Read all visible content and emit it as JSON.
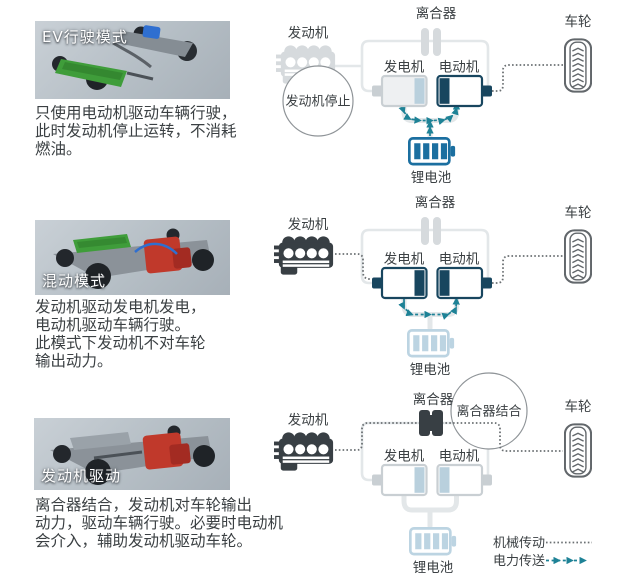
{
  "colors": {
    "navy": "#18465f",
    "blue": "#1b6fa0",
    "light_blue": "#b9d0dd",
    "battery_fade": "#bcd4e2",
    "icon_gray": "#d6dadd",
    "border_gray": "#c9cfd3",
    "frame_gray": "#e3e7e9",
    "charcoal": "#383f44",
    "teal": "#1e8296",
    "dot_gray": "#6b7073",
    "text": "#3b4043",
    "photo_green": "#3f9d3a",
    "photo_red": "#c0392b",
    "photo_blue": "#2f6fd0"
  },
  "icons": {
    "engine": "engine-icon",
    "clutch": "clutch-icon",
    "generator": "generator-icon",
    "motor": "motor-icon",
    "wheel": "wheel-icon",
    "battery": "battery-icon"
  },
  "legend": {
    "mechanical": "机械传动",
    "electrical": "电力传送"
  },
  "sections": [
    {
      "mode_label": "EV行驶模式",
      "caption_lines": [
        "只使用电动机驱动车辆行驶，",
        "此时发动机停止运转，不消耗",
        "燃油。"
      ],
      "diagram": {
        "clutch": "离合器",
        "engine": "发动机",
        "generator": "发电机",
        "motor": "电动机",
        "wheel": "车轮",
        "battery": "锂电池",
        "annotation": "发动机停止"
      }
    },
    {
      "mode_label": "混动模式",
      "caption_lines": [
        "发动机驱动发电机发电，",
        "电动机驱动车辆行驶。",
        "此模式下发动机不对车轮",
        "输出动力。"
      ],
      "diagram": {
        "clutch": "离合器",
        "engine": "发动机",
        "generator": "发电机",
        "motor": "电动机",
        "wheel": "车轮",
        "battery": "锂电池"
      }
    },
    {
      "mode_label": "发动机驱动",
      "caption_lines": [
        "离合器结合，发动机对车轮输出",
        "动力，驱动车辆行驶。必要时电动机",
        "会介入，辅助发动机驱动车轮。"
      ],
      "diagram": {
        "clutch": "离合器",
        "engine": "发动机",
        "generator": "发电机",
        "motor": "电动机",
        "wheel": "车轮",
        "battery": "锂电池",
        "annotation": "离合器结合"
      }
    }
  ]
}
